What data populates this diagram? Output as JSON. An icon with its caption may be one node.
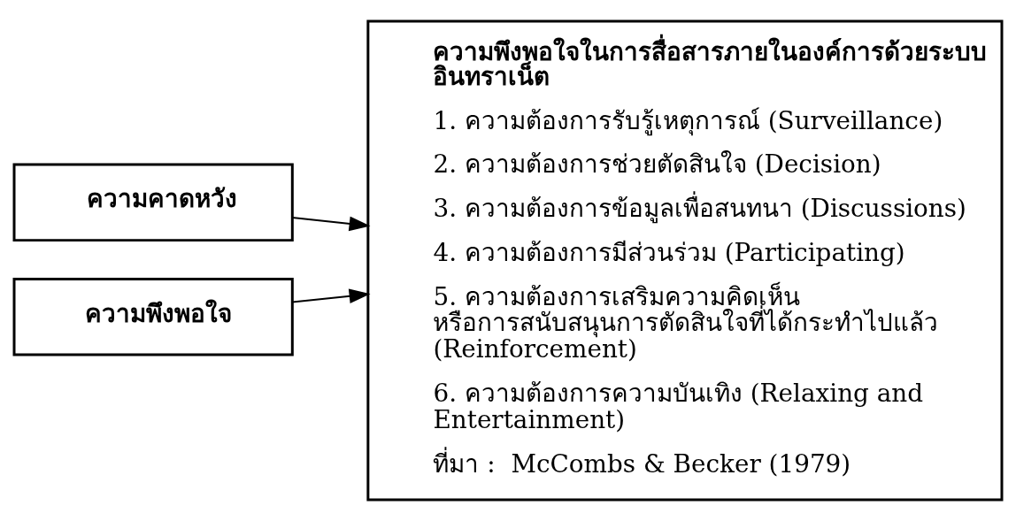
{
  "diagram": {
    "nodes": [
      {
        "text": [
          "ความคาดหวัง"
        ]
      },
      {
        "text": [
          "ความพึงพอใจ"
        ]
      },
      {
        "text": [
          "ความพึงพอใจในการสื่อสารภายในองค์การด้วยระบบอินทราเน็ต",
          "1. ความต้องการรับรู้เหตุการณ์ (Surveillance)",
          "2. ความต้องการช่วยตัดสินใจ (Decision)",
          "3. ความต้องการข้อมูลเพื่อสนทนา (Discussions)",
          "4. ความต้องการมีส่วนร่วม (Participating)",
          "5. ความต้องการเสริมความคิดเห็น หรือการสนับสนุนการตัดสินใจที่ได้กระทำไปแล้ว (Reinforcement)",
          "6. ความต้องการความบันเทิง (Relaxing and Entertainment)",
          "ที่มา :  McCombs & Becker (1979)"
        ]
      }
    ],
    "edges": [
      {
        "from": 0,
        "to": 2,
        "arrow": "to"
      },
      {
        "from": 1,
        "to": 2,
        "arrow": "to"
      }
    ]
  }
}
